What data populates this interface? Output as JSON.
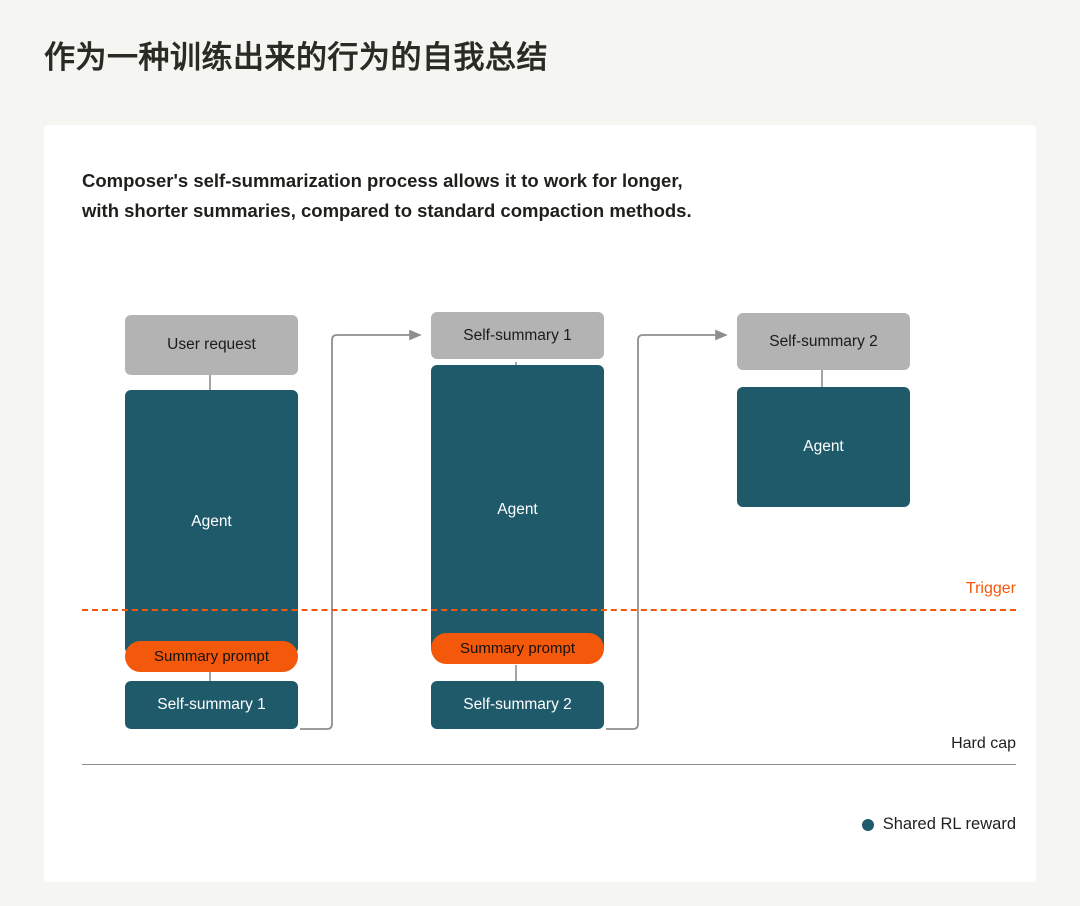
{
  "page": {
    "title": "作为一种训练出来的行为的自我总结",
    "background_color": "#f5f5f1"
  },
  "card": {
    "subtitle_line1": "Composer's self-summarization process allows it to work for longer,",
    "subtitle_line2": "with shorter summaries, compared to standard compaction methods."
  },
  "diagram": {
    "type": "flow",
    "colors": {
      "teal": "#1f5a6b",
      "gray": "#b3b3b3",
      "orange": "#f4580a",
      "connector": "#8e8e8e"
    },
    "columns": [
      {
        "name": "column-1",
        "nodes": [
          {
            "label": "User request",
            "style": "gray"
          },
          {
            "label": "Agent",
            "style": "teal"
          },
          {
            "label": "Summary prompt",
            "style": "pill"
          },
          {
            "label": "Self-summary 1",
            "style": "teal"
          }
        ]
      },
      {
        "name": "column-2",
        "nodes": [
          {
            "label": "Self-summary 1",
            "style": "gray"
          },
          {
            "label": "Agent",
            "style": "teal"
          },
          {
            "label": "Summary prompt",
            "style": "pill"
          },
          {
            "label": "Self-summary 2",
            "style": "teal"
          }
        ]
      },
      {
        "name": "column-3",
        "nodes": [
          {
            "label": "Self-summary 2",
            "style": "gray"
          },
          {
            "label": "Agent",
            "style": "teal"
          }
        ]
      }
    ],
    "trigger": {
      "label": "Trigger",
      "color": "#f4580a"
    },
    "hard_cap": {
      "label": "Hard cap",
      "color": "#8e8e8e"
    },
    "legend": {
      "label": "Shared RL reward",
      "marker_color": "#1f5a6b"
    }
  }
}
